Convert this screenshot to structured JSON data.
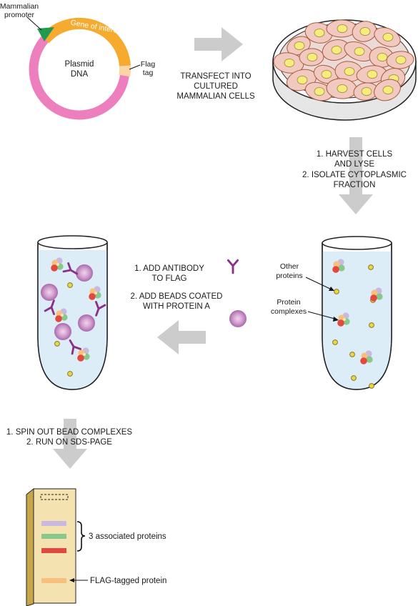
{
  "plasmid": {
    "promoter_line1": "Mammalian",
    "promoter_line2": "promoter",
    "gene_label": "Gene of interest",
    "center_line1": "Plasmid",
    "center_line2": "DNA",
    "flag_line1": "Flag",
    "flag_line2": "tag"
  },
  "step_transfect": {
    "line1": "TRANSFECT INTO",
    "line2": "CULTURED",
    "line3": "MAMMALIAN CELLS"
  },
  "step_harvest": {
    "line1": "1. HARVEST CELLS",
    "line2": "AND LYSE",
    "line3": "2.  ISOLATE CYTOPLASMIC",
    "line4": "FRACTION"
  },
  "lysate_tube": {
    "other_line1": "Other",
    "other_line2": "proteins",
    "complex_line1": "Protein",
    "complex_line2": "complexes"
  },
  "step_antibody": {
    "line1": "1. ADD ANTIBODY",
    "line2": "TO FLAG",
    "line3": "2.  ADD BEADS COATED",
    "line4": "WITH PROTEIN A"
  },
  "step_spin": {
    "line1": "1. SPIN OUT BEAD COMPLEXES",
    "line2": "2.  RUN ON SDS-PAGE"
  },
  "gel": {
    "associated_label": "3 associated proteins",
    "flag_protein_label": "FLAG-tagged protein"
  },
  "colors": {
    "arrow_gray": "#cccccc",
    "plasmid_pink": "#ee7fbf",
    "gene_orange": "#f6ab2e",
    "promoter_green": "#1f9a4e",
    "cell_pink": "#f2c9c0",
    "nucleus_yellow": "#f6ec7e",
    "tube_liquid": "#dcedf8",
    "antibody_purple": "#8c2f86",
    "bead_purple": "#c795c7",
    "band_lavender": "#c9b9e2",
    "band_green": "#86c98a",
    "band_red": "#e2483d",
    "band_orange": "#f7c07c",
    "gel_tan": "#f4e3b0"
  },
  "icons": [
    "gray-arrow-icon",
    "antibody-icon",
    "bead-icon",
    "brace-icon"
  ]
}
